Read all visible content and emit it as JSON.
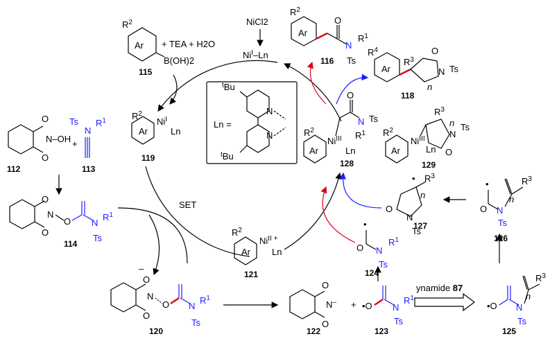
{
  "catalyst_box": {
    "ligand_label": "Ln =",
    "tbu_top": "tBu",
    "tbu_bottom": "tBu"
  },
  "reagents": {
    "nicl2": "NiCl2",
    "ni_ln_top": "NiI–Ln",
    "boronic_acid": "B(OH)2",
    "additives": "+ TEA + H2O",
    "set_label": "SET",
    "plus": "+",
    "ynamide": "ynamide 87"
  },
  "atoms": {
    "ar": "Ar",
    "r1": "R1",
    "r2": "R2",
    "r3": "R3",
    "r4": "R4",
    "n": "N",
    "o": "O",
    "ts": "Ts",
    "nohh": "N–OH",
    "ln": "Ln",
    "ni_i": "NiI",
    "ni_ii": "NiII",
    "ni_iii": "NiIII",
    "minus": "–",
    "plus_sup": "+",
    "n_sub": "n",
    "ni_plain": "Ni"
  },
  "compound_labels": [
    "115",
    "112",
    "113",
    "119",
    "114",
    "121",
    "120",
    "122",
    "123",
    "124",
    "125",
    "126",
    "127",
    "128",
    "129",
    "116",
    "118"
  ]
}
